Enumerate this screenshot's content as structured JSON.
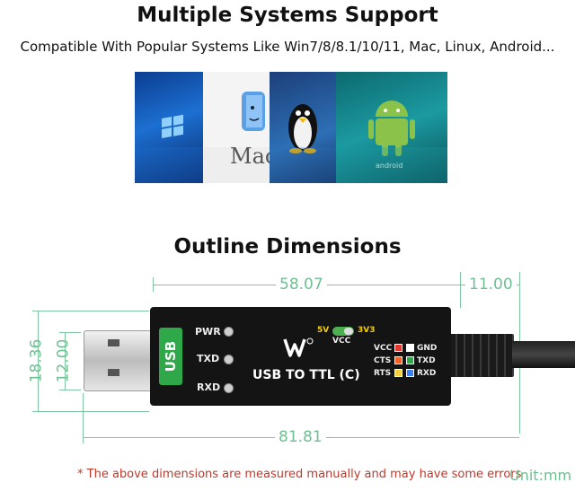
{
  "header": {
    "title": "Multiple Systems Support",
    "subtitle": "Compatible With Popular Systems Like Win7/8/8.1/10/11, Mac, Linux, Android..."
  },
  "os_tiles": {
    "mac_label": "Mac OS",
    "android_label": "android"
  },
  "dimensions": {
    "title": "Outline Dimensions",
    "width_body": "58.07",
    "width_cable": "11.00",
    "height_outer": "18.36",
    "height_plug": "12.00",
    "length_total": "81.81"
  },
  "device": {
    "usb_label": "USB",
    "leds": [
      "PWR",
      "TXD",
      "RXD"
    ],
    "voltage_5v": "5V",
    "voltage_3v3": "3V3",
    "voltage_vcc": "VCC",
    "product_name": "USB TO TTL (C)",
    "pins_left": [
      "VCC",
      "CTS",
      "RTS"
    ],
    "pins_right": [
      "GND",
      "TXD",
      "RXD"
    ],
    "pin_colors_left": [
      "#e53935",
      "#f0602a",
      "#f4d03f"
    ],
    "pin_colors_right": [
      "#ffffff",
      "#2fa84a",
      "#3b82f6"
    ]
  },
  "footer": {
    "note": "* The above dimensions are measured manually and may have some errors",
    "unit": "Unit:mm"
  }
}
